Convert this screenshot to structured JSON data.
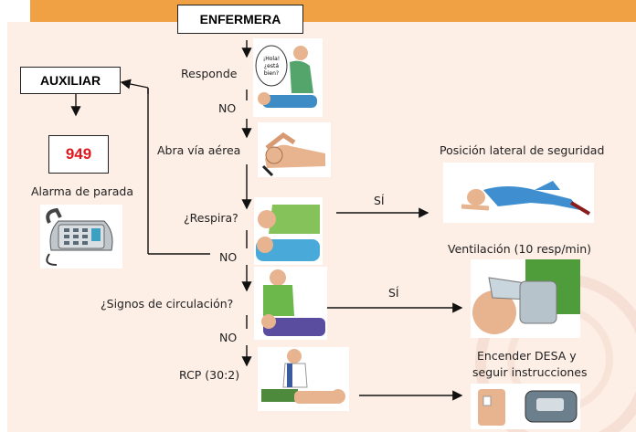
{
  "header": {
    "role": "ENFERMERA"
  },
  "auxiliar": {
    "role": "AUXILIAR",
    "number": "949",
    "alarm_label": "Alarma de parada"
  },
  "steps": {
    "responde": "Responde",
    "no1": "NO",
    "via": "Abra vía aérea",
    "respira": "¿Respira?",
    "no2": "NO",
    "signos": "¿Signos de circulación?",
    "no3": "NO",
    "rcp": "RCP (30:2)"
  },
  "branches": {
    "si1": "SÍ",
    "si2": "SÍ",
    "lateral": "Posición lateral de seguridad",
    "ventilacion": "Ventilación (10 resp/min)",
    "desa_line1": "Encender DESA y",
    "desa_line2": "seguir instrucciones"
  },
  "speech": {
    "line1": "¡Hola!",
    "line2": "¿está",
    "line3": "bien?"
  }
}
